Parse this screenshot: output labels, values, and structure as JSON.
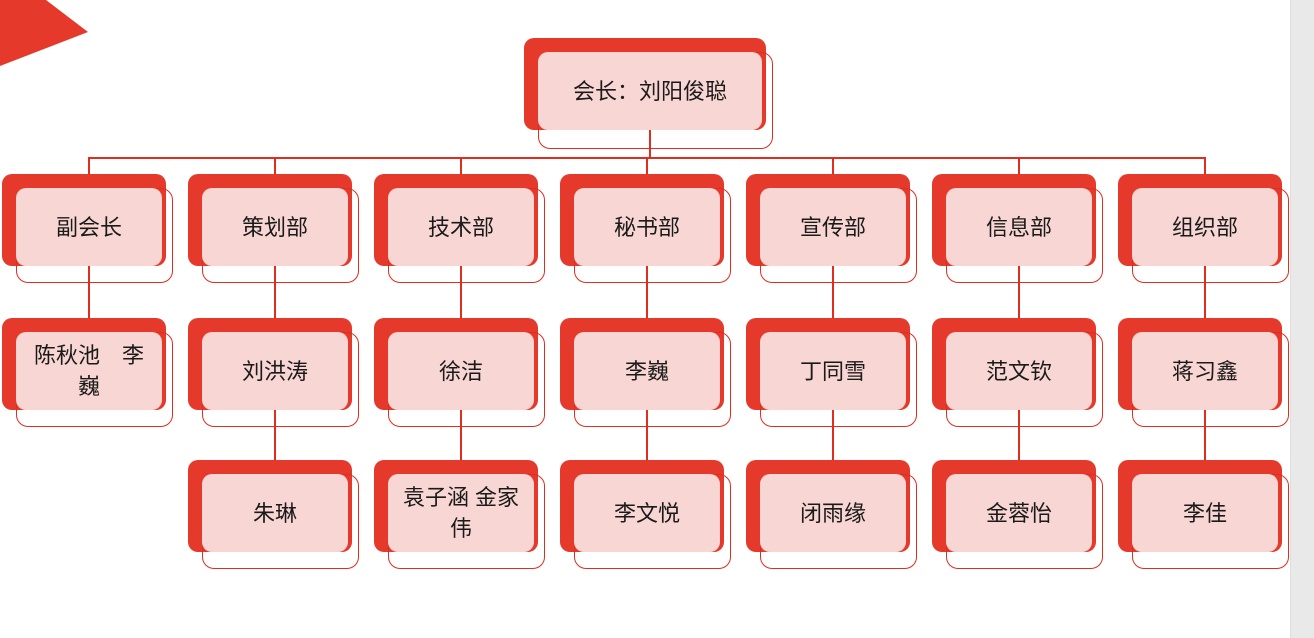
{
  "chart": {
    "type": "org-chart",
    "root": "会长：刘阳俊聪",
    "columns": [
      {
        "head": "副会长",
        "rows": [
          "陈秋池　李\n巍"
        ]
      },
      {
        "head": "策划部",
        "rows": [
          "刘洪涛",
          "朱琳"
        ]
      },
      {
        "head": "技术部",
        "rows": [
          "徐洁",
          "袁子涵 金家\n伟"
        ]
      },
      {
        "head": "秘书部",
        "rows": [
          "李巍",
          "李文悦"
        ]
      },
      {
        "head": "宣传部",
        "rows": [
          "丁同雪",
          "闭雨缘"
        ]
      },
      {
        "head": "信息部",
        "rows": [
          "范文钦",
          "金蓉怡"
        ]
      },
      {
        "head": "组织部",
        "rows": [
          "蒋习鑫",
          "李佳"
        ]
      }
    ]
  },
  "colors": {
    "accent_red": "#E5392B",
    "line_red": "#DF2D1E",
    "node_pink": "#FAE8E6",
    "scrollbar_gray": "#E9E9E9"
  }
}
